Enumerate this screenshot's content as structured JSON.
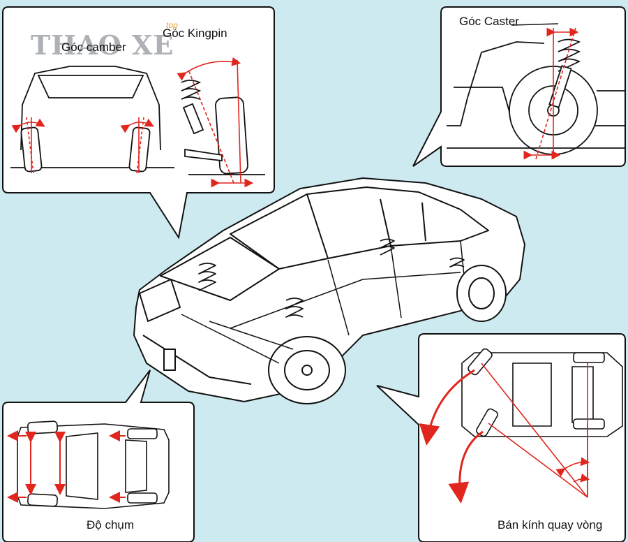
{
  "background_color": "#cdeaf0",
  "accent_color": "#e0261d",
  "watermark": {
    "text": "THAO XE",
    "sub": "top"
  },
  "labels": {
    "camber": "Góc camber",
    "kingpin": "Góc Kingpin",
    "caster": "Góc Caster",
    "toe": "Độ chụm",
    "turning_radius": "Bán kính quay vòng"
  }
}
